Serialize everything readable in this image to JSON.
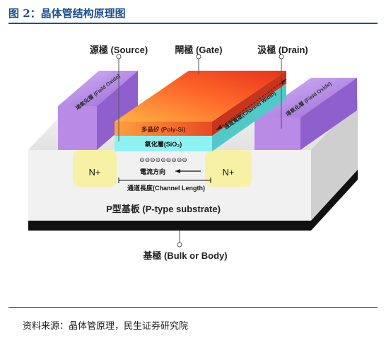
{
  "figure": {
    "title": "图 2：晶体管结构原理图",
    "source": "资料来源：晶体管原理，民生证券研究院"
  },
  "labels": {
    "source": "源極 (Source)",
    "gate": "閘極 (Gate)",
    "drain": "汲極 (Drain)",
    "field_oxide_left": "場氧化層 (Field Oxide)",
    "field_oxide_right": "場氧化層 (Field Oxide)",
    "poly_si": "多晶矽 (Poly-Si)",
    "oxide": "氧化層(SiO₂)",
    "channel_width": "通道寬度(Channel Width)",
    "n_plus_left": "N+",
    "n_plus_right": "N+",
    "electrons": "⊖⊖⊖⊖⊖⊖⊖⊖⊖",
    "current_direction": "電流方向",
    "channel_length": "通道長度(Channel Length)",
    "substrate": "P型基板 (P-type substrate)",
    "bulk": "基極 (Bulk or Body)"
  },
  "colors": {
    "title_blue": "#1b4f8f",
    "field_oxide": "#b98ae6",
    "n_plus": "#f7f0a0",
    "gate_oxide": "#8ff2f2",
    "poly_top": "#ff7a30",
    "substrate": "#ececec"
  }
}
